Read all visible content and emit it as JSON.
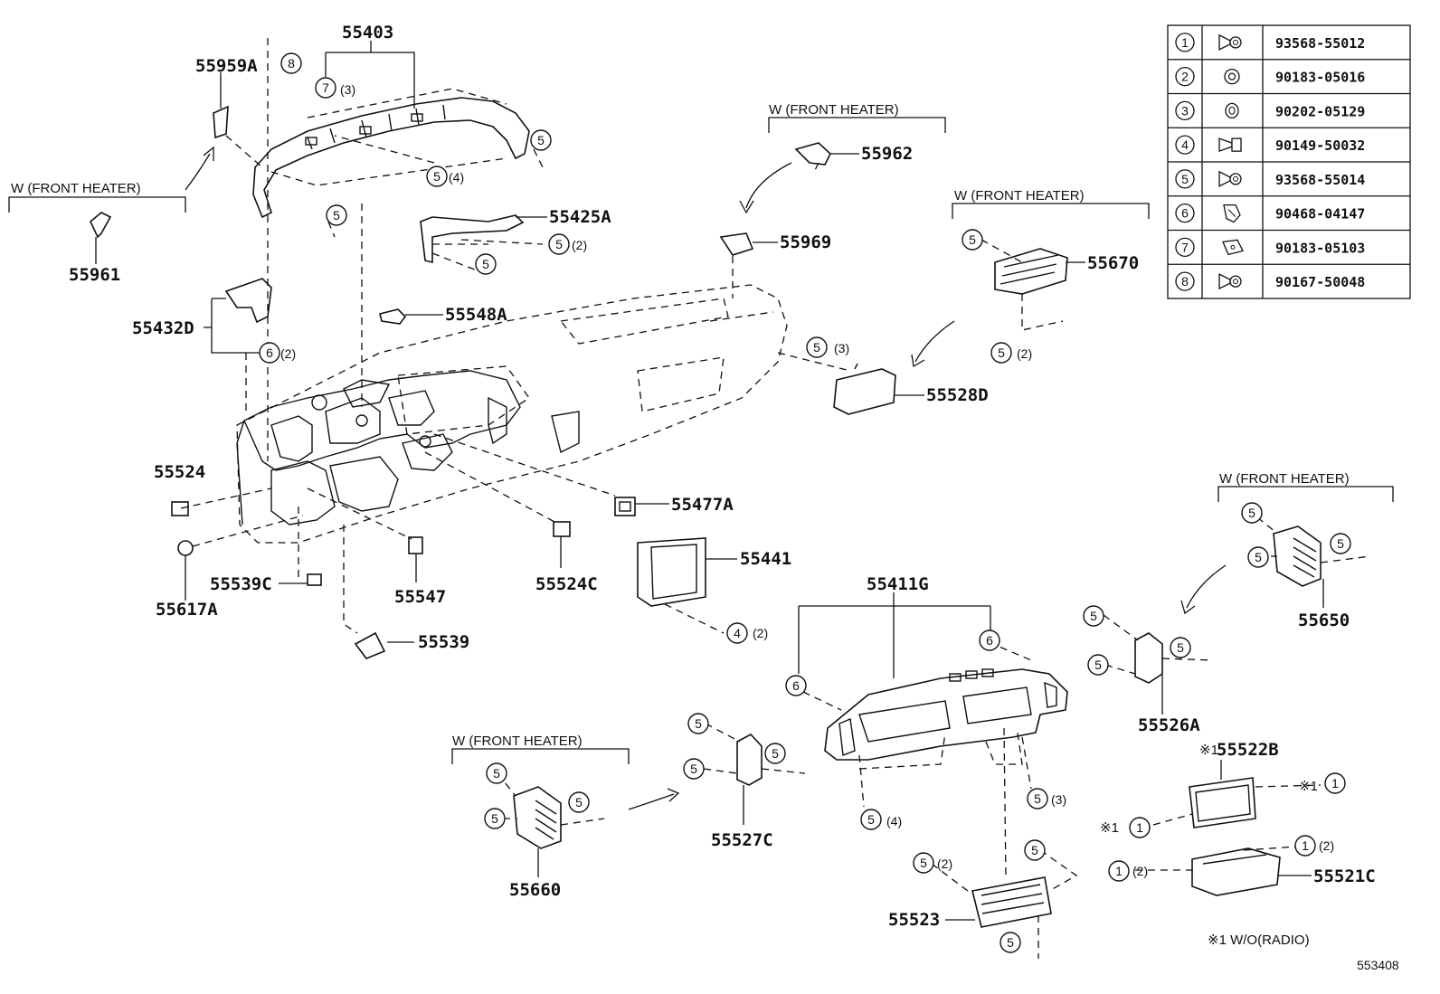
{
  "legend": {
    "rows": [
      {
        "no": "1",
        "part": "93568-55012",
        "icon": "screw-washer-icon"
      },
      {
        "no": "2",
        "part": "90183-05016",
        "icon": "nut-icon"
      },
      {
        "no": "3",
        "part": "90202-05129",
        "icon": "washer-icon"
      },
      {
        "no": "4",
        "part": "90149-50032",
        "icon": "screw-icon"
      },
      {
        "no": "5",
        "part": "93568-55014",
        "icon": "screw-washer-icon"
      },
      {
        "no": "6",
        "part": "90468-04147",
        "icon": "clip-icon"
      },
      {
        "no": "7",
        "part": "90183-05103",
        "icon": "clip-nut-icon"
      },
      {
        "no": "8",
        "part": "90167-50048",
        "icon": "screw-washer-icon"
      }
    ]
  },
  "labels": {
    "p55403": "55403",
    "p55959A": "55959A",
    "p55961": "55961",
    "p55432D": "55432D",
    "p55425A": "55425A",
    "p55548A": "55548A",
    "p55962": "55962",
    "p55969": "55969",
    "p55670": "55670",
    "p55528D": "55528D",
    "p55524": "55524",
    "p55617A": "55617A",
    "p55539C": "55539C",
    "p55547": "55547",
    "p55539": "55539",
    "p55524C": "55524C",
    "p55477A": "55477A",
    "p55441": "55441",
    "p55411G": "55411G",
    "p55650": "55650",
    "p55526A": "55526A",
    "p55522B": "55522B",
    "p55521C": "55521C",
    "p55523": "55523",
    "p55527C": "55527C",
    "p55660": "55660",
    "diagram_id": "553408"
  },
  "notes": {
    "front_heater": "W (FRONT HEATER)",
    "wo_radio": "※1 W/O(RADIO)",
    "mark1": "※1"
  },
  "qty": {
    "q3": "(3)",
    "q4": "(4)",
    "q2": "(2)"
  }
}
